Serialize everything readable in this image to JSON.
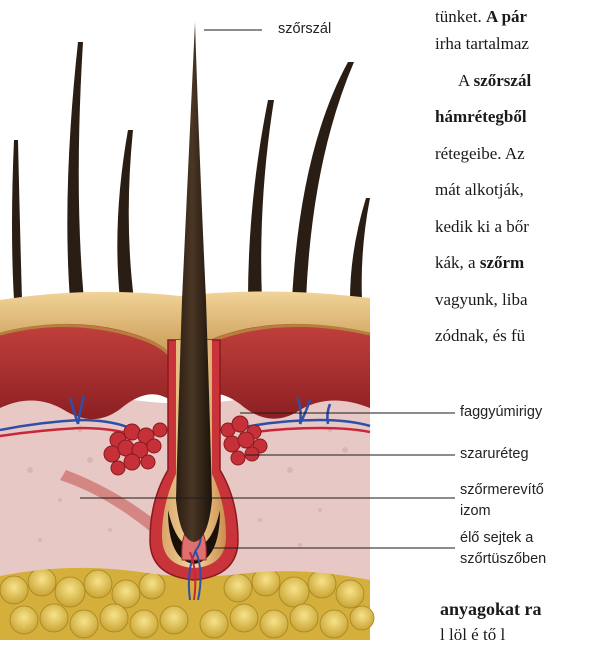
{
  "body_text": {
    "line1_pre": "tünket. ",
    "line1_bold": "A pár",
    "line2": "irha tartalmaz",
    "line3_pre": "A ",
    "line3_bold": "szőrszál",
    "line4_bold": "hámrétegből",
    "line5": "rétegeibe. Az",
    "line6": "mát alkotják,",
    "line7": "kedik ki a bőr",
    "line8_pre": "kák, a ",
    "line8_bold": "szőrm",
    "line9": "vagyunk, liba",
    "line10": "zódnak, és fü",
    "line11_bold": "anyagokat ra",
    "line12": "l löl é tő l"
  },
  "figure": {
    "labels": {
      "hair_shaft": "szőrszál",
      "sebaceous_gland": "faggyúmirigy",
      "keratin_layer": "szaruréteg",
      "arrector_muscle_line1": "szőrmerevítő",
      "arrector_muscle_line2": "izom",
      "follicle_cells_line1": "élő sejtek a",
      "follicle_cells_line2": "szőrtüszőben"
    }
  }
}
